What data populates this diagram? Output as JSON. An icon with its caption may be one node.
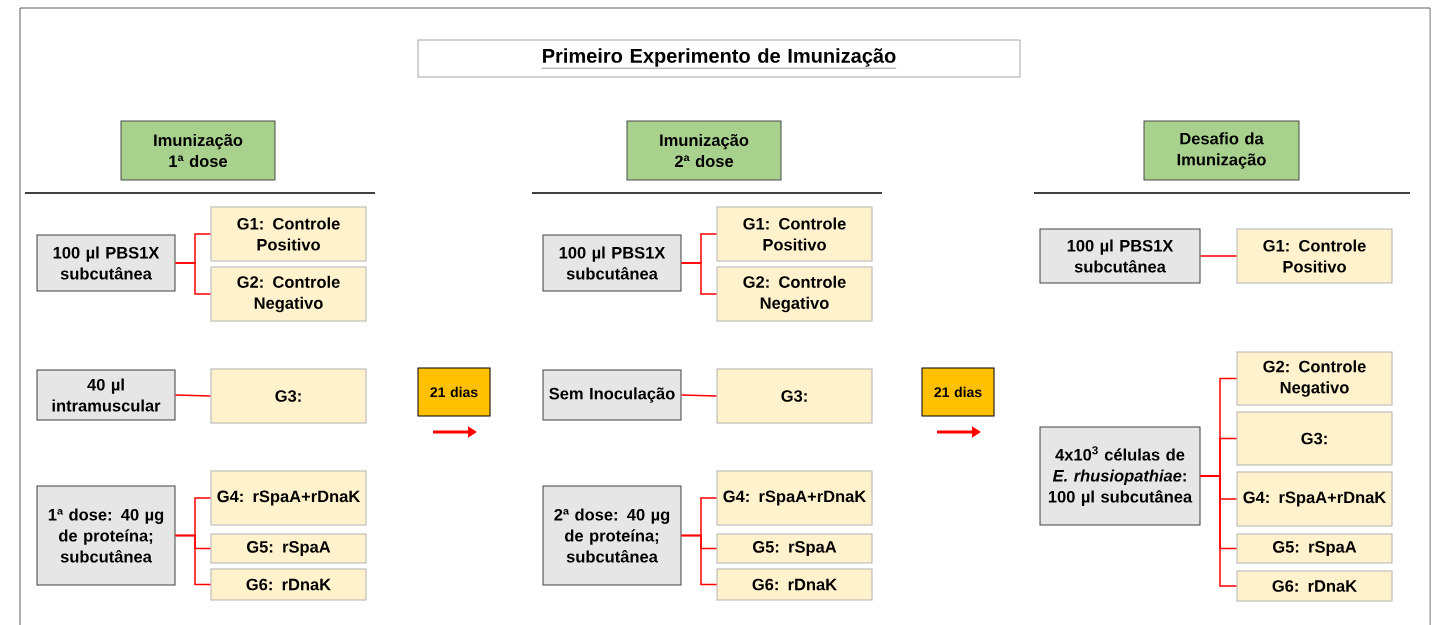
{
  "diagram": {
    "nodes": [
      {
        "text": [
          "Primeiro Experimento de Imunização"
        ]
      },
      {
        "text": [
          "Imunização 1ª dose"
        ]
      },
      {
        "text": [
          "100 µl PBS1X subcutânea"
        ]
      },
      {
        "text": [
          "G1: Controle Positivo"
        ]
      },
      {
        "text": [
          "G2: Controle Negativo"
        ]
      },
      {
        "text": [
          "40 µl intramuscular"
        ]
      },
      {
        "text": [
          "G3:"
        ]
      },
      {
        "text": [
          "1ª dose: 40 µg de proteína; subcutânea"
        ]
      },
      {
        "text": [
          "G4: rSpaA+rDnaK"
        ]
      },
      {
        "text": [
          "G5: rSpaA"
        ]
      },
      {
        "text": [
          "G6: rDnaK"
        ]
      },
      {
        "text": [
          "21 dias"
        ]
      },
      {
        "text": [
          "Imunização 2ª dose"
        ]
      },
      {
        "text": [
          "100 µl PBS1X subcutânea"
        ]
      },
      {
        "text": [
          "G1: Controle Positivo"
        ]
      },
      {
        "text": [
          "G2: Controle Negativo"
        ]
      },
      {
        "text": [
          "Sem Inoculação"
        ]
      },
      {
        "text": [
          "G3:"
        ]
      },
      {
        "text": [
          "2ª dose: 40 µg de proteína; subcutânea"
        ]
      },
      {
        "text": [
          "G4: rSpaA+rDnaK"
        ]
      },
      {
        "text": [
          "G5: rSpaA"
        ]
      },
      {
        "text": [
          "G6: rDnaK"
        ]
      },
      {
        "text": [
          "21 dias"
        ]
      },
      {
        "text": [
          "Desafio da Imunização"
        ]
      },
      {
        "text": [
          "100 µl PBS1X subcutânea"
        ]
      },
      {
        "text": [
          "G1: Controle Positivo"
        ]
      },
      {
        "text": [
          "4x10$^{3}$ células de *E. rhusiopathiae*: 100 µl subcutânea"
        ]
      },
      {
        "text": [
          "G2: Controle Negativo"
        ]
      },
      {
        "text": [
          "G3:"
        ]
      },
      {
        "text": [
          "G4: rSpaA+rDnaK"
        ]
      },
      {
        "text": [
          "G5: rSpaA"
        ]
      },
      {
        "text": [
          "G6: rDnaK"
        ]
      }
    ],
    "edges": [
      {
        "from": 2,
        "to": 3,
        "arrow": "none"
      },
      {
        "from": 2,
        "to": 4,
        "arrow": "none"
      },
      {
        "from": 5,
        "to": 6,
        "arrow": "none"
      },
      {
        "from": 7,
        "to": 8,
        "arrow": "none"
      },
      {
        "from": 7,
        "to": 9,
        "arrow": "none"
      },
      {
        "from": 7,
        "to": 10,
        "arrow": "none"
      },
      {
        "from": 13,
        "to": 14,
        "arrow": "none"
      },
      {
        "from": 13,
        "to": 15,
        "arrow": "none"
      },
      {
        "from": 16,
        "to": 17,
        "arrow": "none"
      },
      {
        "from": 18,
        "to": 19,
        "arrow": "none"
      },
      {
        "from": 18,
        "to": 20,
        "arrow": "none"
      },
      {
        "from": 18,
        "to": 21,
        "arrow": "none"
      },
      {
        "from": 24,
        "to": 25,
        "arrow": "none"
      },
      {
        "from": 26,
        "to": 27,
        "arrow": "none"
      },
      {
        "from": 26,
        "to": 28,
        "arrow": "none"
      },
      {
        "from": 26,
        "to": 29,
        "arrow": "none"
      },
      {
        "from": 26,
        "to": 30,
        "arrow": "none"
      },
      {
        "from": 26,
        "to": 31,
        "arrow": "none"
      }
    ]
  }
}
